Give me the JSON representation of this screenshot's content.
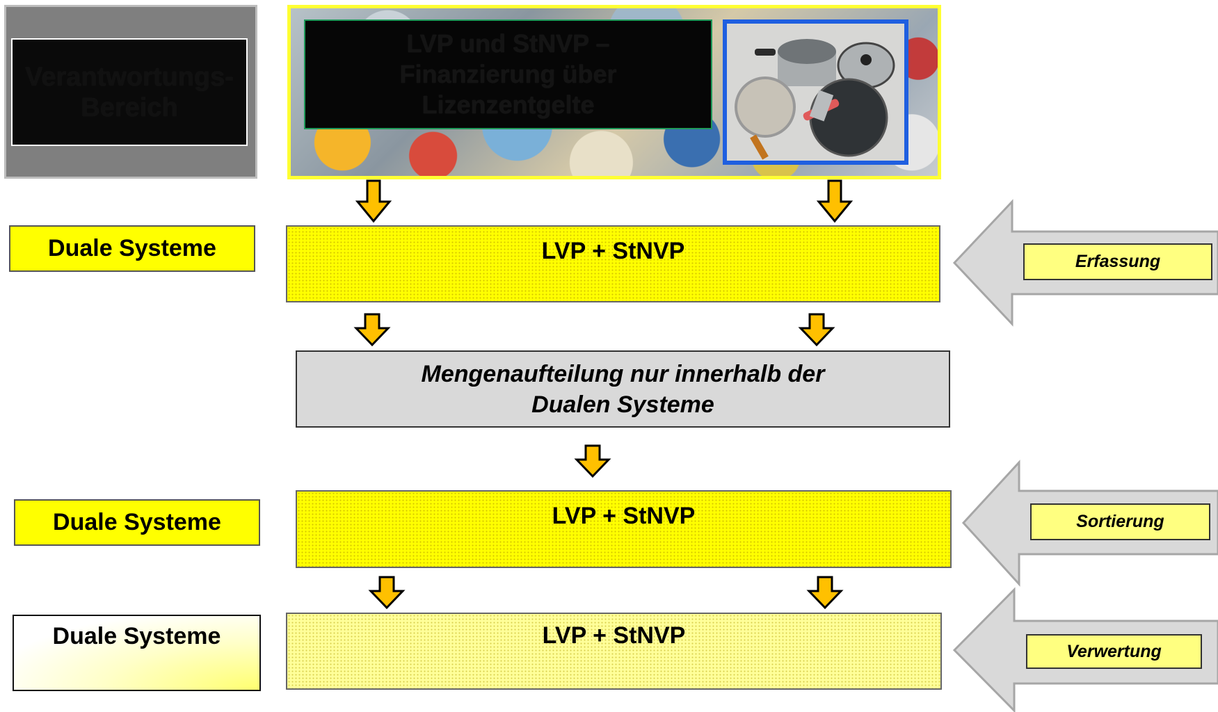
{
  "responsibility": {
    "title": "Verantwortungs-\nBereich"
  },
  "banner": {
    "title": "LVP und StNVP –\nFinanzierung über\nLizenzentgelte"
  },
  "rows": [
    {
      "label": "Duale Systeme",
      "band": "LVP + StNVP",
      "process": "Erfassung"
    },
    {
      "label": "Duale Systeme",
      "band": "LVP + StNVP",
      "process": "Sortierung"
    },
    {
      "label": "Duale Systeme",
      "band": "LVP + StNVP",
      "process": "Verwertung"
    }
  ],
  "split": {
    "text": "Mengenaufteilung nur innerhalb der\nDualen Systeme"
  },
  "colors": {
    "band_yellow": "#ffff00",
    "band_light_yellow": "#ffff99",
    "arrow_orange": "#ffc000",
    "process_arrow_grey": "#d9d9d9",
    "frame_blue": "#1f5fe0"
  },
  "icons": [
    "down-arrow-icon",
    "left-block-arrow-icon",
    "cookware-photo"
  ]
}
